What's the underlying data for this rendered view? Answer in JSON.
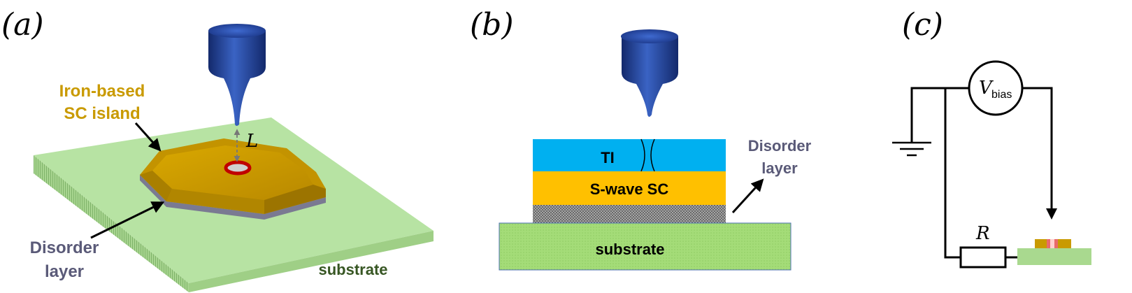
{
  "panel_labels": {
    "a": "(a)",
    "b": "(b)",
    "c": "(c)"
  },
  "panel_a": {
    "island_label_line1": "Iron-based",
    "island_label_line2": "SC island",
    "distance_label": "L",
    "disorder_label_line1": "Disorder",
    "disorder_label_line2": "layer",
    "substrate_label": "substrate"
  },
  "panel_b": {
    "ti_label": "TI",
    "sc_label": "S-wave SC",
    "substrate_label": "substrate",
    "disorder_label_line1": "Disorder",
    "disorder_label_line2": "layer"
  },
  "panel_c": {
    "voltage_symbol": "V",
    "voltage_subscript": "bias",
    "resistor_label": "R"
  },
  "colors": {
    "tip_blue": "#1f3f8f",
    "island_gold": "#c99a00",
    "substrate_green": "#a9d98f",
    "ti_blue": "#00b0f0",
    "sc_yellow": "#ffc000",
    "disorder_gray": "#777777",
    "label_gold": "#c99a00",
    "label_purple": "#5a5a78",
    "label_green": "#375623"
  }
}
